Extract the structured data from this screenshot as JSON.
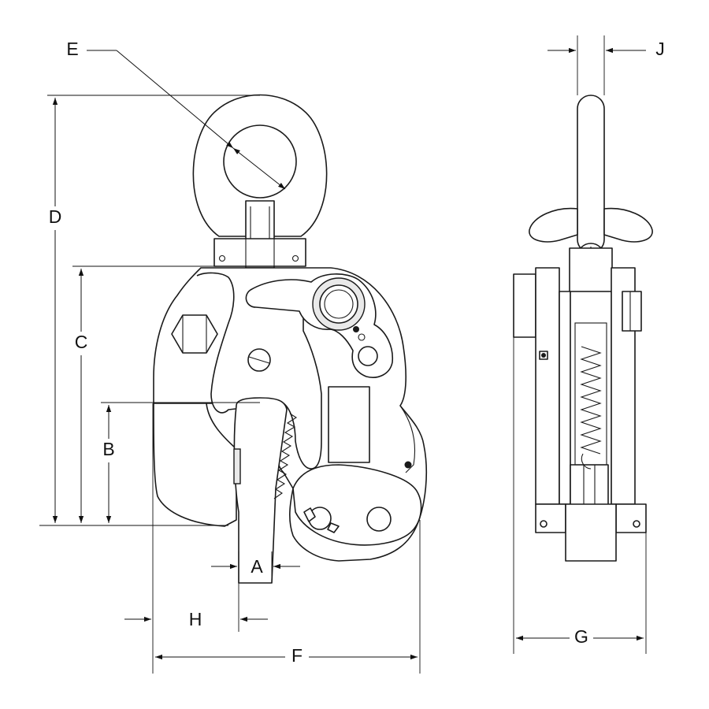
{
  "diagram": {
    "dimension_labels": {
      "A": "A",
      "B": "B",
      "C": "C",
      "D": "D",
      "E": "E",
      "F": "F",
      "G": "G",
      "H": "H",
      "J": "J"
    },
    "colors": {
      "line": "#1a1a1a",
      "background": "#ffffff",
      "shade": "#e9e9e9"
    }
  }
}
